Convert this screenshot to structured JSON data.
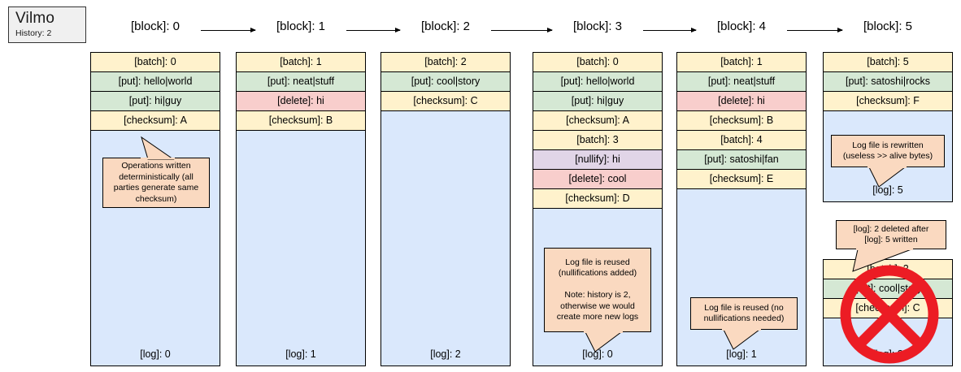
{
  "header": {
    "app_title": "Vilmo",
    "history_label": "History: 2"
  },
  "blocks": [
    {
      "label": "[block]: 0"
    },
    {
      "label": "[block]: 1"
    },
    {
      "label": "[block]: 2"
    },
    {
      "label": "[block]: 3"
    },
    {
      "label": "[block]: 4"
    },
    {
      "label": "[block]: 5"
    }
  ],
  "columns": [
    {
      "name": "log-0",
      "rows": [
        {
          "text": "[batch]: 0",
          "kind": "batch"
        },
        {
          "text": "[put]: hello|world",
          "kind": "put"
        },
        {
          "text": "[put]: hi|guy",
          "kind": "put"
        },
        {
          "text": "[checksum]: A",
          "kind": "checksum"
        }
      ],
      "footer": "[log]: 0",
      "callout": "Operations written\ndeterministically (all\nparties generate same\nchecksum)"
    },
    {
      "name": "log-1",
      "rows": [
        {
          "text": "[batch]: 1",
          "kind": "batch"
        },
        {
          "text": "[put]: neat|stuff",
          "kind": "put"
        },
        {
          "text": "[delete]: hi",
          "kind": "delete"
        },
        {
          "text": "[checksum]: B",
          "kind": "checksum"
        }
      ],
      "footer": "[log]: 1",
      "callout": null
    },
    {
      "name": "log-2",
      "rows": [
        {
          "text": "[batch]: 2",
          "kind": "batch"
        },
        {
          "text": "[put]: cool|story",
          "kind": "put"
        },
        {
          "text": "[checksum]: C",
          "kind": "checksum"
        }
      ],
      "footer": "[log]: 2",
      "callout": null
    },
    {
      "name": "log-3",
      "rows": [
        {
          "text": "[batch]: 0",
          "kind": "batch"
        },
        {
          "text": "[put]: hello|world",
          "kind": "put"
        },
        {
          "text": "[put]: hi|guy",
          "kind": "put"
        },
        {
          "text": "[checksum]: A",
          "kind": "checksum"
        },
        {
          "text": "[batch]: 3",
          "kind": "batch"
        },
        {
          "text": "[nullify]: hi",
          "kind": "nullify"
        },
        {
          "text": "[delete]: cool",
          "kind": "delete"
        },
        {
          "text": "[checksum]: D",
          "kind": "checksum"
        }
      ],
      "footer": "[log]: 0",
      "callout": "Log file is reused\n(nullifications added)\n\nNote: history is 2,\notherwise we would\ncreate more new logs"
    },
    {
      "name": "log-4",
      "rows": [
        {
          "text": "[batch]: 1",
          "kind": "batch"
        },
        {
          "text": "[put]: neat|stuff",
          "kind": "put"
        },
        {
          "text": "[delete]: hi",
          "kind": "delete"
        },
        {
          "text": "[checksum]: B",
          "kind": "checksum"
        },
        {
          "text": "[batch]: 4",
          "kind": "batch"
        },
        {
          "text": "[put]: satoshi|fan",
          "kind": "put"
        },
        {
          "text": "[checksum]: E",
          "kind": "checksum"
        }
      ],
      "footer": "[log]: 1",
      "callout": "Log file is reused (no\nnullifications needed)"
    },
    {
      "name": "log-5",
      "rows": [
        {
          "text": "[batch]: 5",
          "kind": "batch"
        },
        {
          "text": "[put]: satoshi|rocks",
          "kind": "put"
        },
        {
          "text": "[checksum]: F",
          "kind": "checksum"
        }
      ],
      "footer": "[log]: 5",
      "callout": "Log file is rewritten\n(useless >> alive bytes)"
    }
  ],
  "deleted_log": {
    "name": "log-2-deleted",
    "rows": [
      {
        "text": "[batch]: 2",
        "kind": "batch"
      },
      {
        "text": "[put]: cool|story",
        "kind": "put"
      },
      {
        "text": "[checksum]: C",
        "kind": "checksum"
      }
    ],
    "footer": "[log]: 2",
    "callout": "[log]: 2 deleted after\n[log]: 5 written"
  },
  "colors": {
    "batch": "#fff2cc",
    "put": "#d5e8d4",
    "delete": "#f8cecc",
    "nullify": "#e1d5e7",
    "checksum": "#fff2cc",
    "log_body": "#dae8fc",
    "callout": "#fad9c0",
    "deleted_mark": "#ec1c24",
    "title_box": "#f0f0f0"
  }
}
